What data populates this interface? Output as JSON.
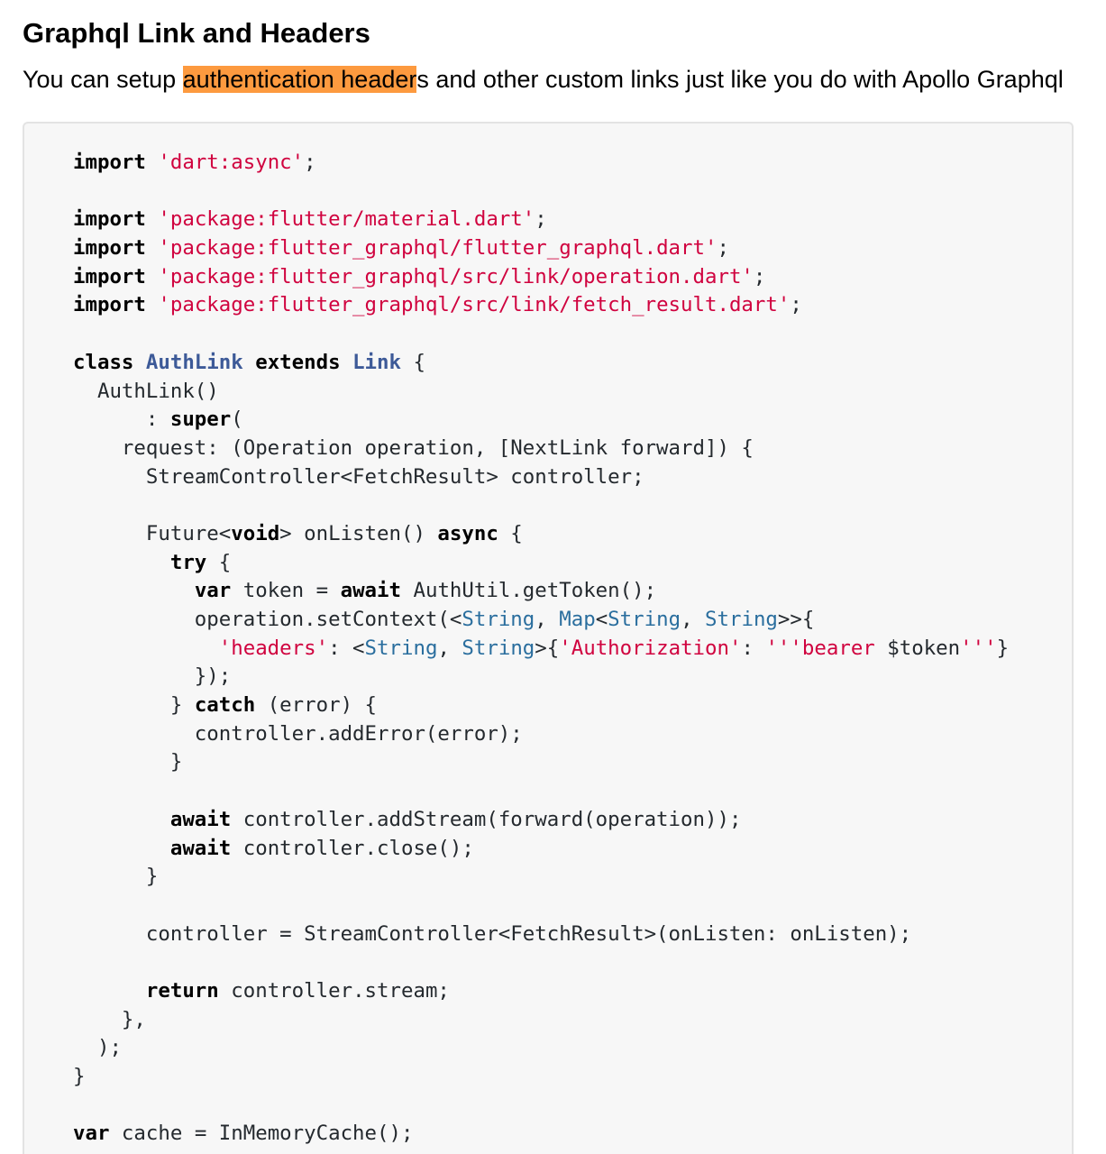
{
  "heading": "Graphql Link and Headers",
  "intro": {
    "before": "You can setup ",
    "highlight": "authentication header",
    "after": "s and other custom links just like you do with Apollo Graphql"
  },
  "colors": {
    "highlight": "#fd9a3f",
    "string": "#d0033f",
    "type": "#2a6e9e",
    "class_name": "#3d5a98",
    "code_background": "#f7f7f7"
  },
  "code_lines": [
    [
      {
        "t": "kw",
        "v": "import"
      },
      {
        "t": "p",
        "v": " "
      },
      {
        "t": "str",
        "v": "'dart:async'"
      },
      {
        "t": "p",
        "v": ";"
      }
    ],
    [],
    [
      {
        "t": "kw",
        "v": "import"
      },
      {
        "t": "p",
        "v": " "
      },
      {
        "t": "str",
        "v": "'package:flutter/material.dart'"
      },
      {
        "t": "p",
        "v": ";"
      }
    ],
    [
      {
        "t": "kw",
        "v": "import"
      },
      {
        "t": "p",
        "v": " "
      },
      {
        "t": "str",
        "v": "'package:flutter_graphql/flutter_graphql.dart'"
      },
      {
        "t": "p",
        "v": ";"
      }
    ],
    [
      {
        "t": "kw",
        "v": "import"
      },
      {
        "t": "p",
        "v": " "
      },
      {
        "t": "str",
        "v": "'package:flutter_graphql/src/link/operation.dart'"
      },
      {
        "t": "p",
        "v": ";"
      }
    ],
    [
      {
        "t": "kw",
        "v": "import"
      },
      {
        "t": "p",
        "v": " "
      },
      {
        "t": "str",
        "v": "'package:flutter_graphql/src/link/fetch_result.dart'"
      },
      {
        "t": "p",
        "v": ";"
      }
    ],
    [],
    [
      {
        "t": "kw",
        "v": "class"
      },
      {
        "t": "p",
        "v": " "
      },
      {
        "t": "cls",
        "v": "AuthLink"
      },
      {
        "t": "p",
        "v": " "
      },
      {
        "t": "kw",
        "v": "extends"
      },
      {
        "t": "p",
        "v": " "
      },
      {
        "t": "cls",
        "v": "Link"
      },
      {
        "t": "p",
        "v": " {"
      }
    ],
    [
      {
        "t": "p",
        "v": "  AuthLink()"
      }
    ],
    [
      {
        "t": "p",
        "v": "      : "
      },
      {
        "t": "kw",
        "v": "super"
      },
      {
        "t": "p",
        "v": "("
      }
    ],
    [
      {
        "t": "p",
        "v": "    request: (Operation operation, [NextLink forward]) {"
      }
    ],
    [
      {
        "t": "p",
        "v": "      StreamController<FetchResult> controller;"
      }
    ],
    [],
    [
      {
        "t": "p",
        "v": "      Future<"
      },
      {
        "t": "kw",
        "v": "void"
      },
      {
        "t": "p",
        "v": "> onListen() "
      },
      {
        "t": "kw",
        "v": "async"
      },
      {
        "t": "p",
        "v": " {"
      }
    ],
    [
      {
        "t": "p",
        "v": "        "
      },
      {
        "t": "kw",
        "v": "try"
      },
      {
        "t": "p",
        "v": " {"
      }
    ],
    [
      {
        "t": "p",
        "v": "          "
      },
      {
        "t": "kw",
        "v": "var"
      },
      {
        "t": "p",
        "v": " token = "
      },
      {
        "t": "kw",
        "v": "await"
      },
      {
        "t": "p",
        "v": " AuthUtil.getToken();"
      }
    ],
    [
      {
        "t": "p",
        "v": "          operation.setContext(<"
      },
      {
        "t": "ty",
        "v": "String"
      },
      {
        "t": "p",
        "v": ", "
      },
      {
        "t": "ty",
        "v": "Map"
      },
      {
        "t": "p",
        "v": "<"
      },
      {
        "t": "ty",
        "v": "String"
      },
      {
        "t": "p",
        "v": ", "
      },
      {
        "t": "ty",
        "v": "String"
      },
      {
        "t": "p",
        "v": ">>{"
      }
    ],
    [
      {
        "t": "p",
        "v": "            "
      },
      {
        "t": "str",
        "v": "'headers'"
      },
      {
        "t": "p",
        "v": ": <"
      },
      {
        "t": "ty",
        "v": "String"
      },
      {
        "t": "p",
        "v": ", "
      },
      {
        "t": "ty",
        "v": "String"
      },
      {
        "t": "p",
        "v": ">{"
      },
      {
        "t": "str",
        "v": "'Authorization'"
      },
      {
        "t": "p",
        "v": ": "
      },
      {
        "t": "str",
        "v": "'''bearer "
      },
      {
        "t": "p",
        "v": "$token"
      },
      {
        "t": "str",
        "v": "'''"
      },
      {
        "t": "p",
        "v": "}"
      }
    ],
    [
      {
        "t": "p",
        "v": "          });"
      }
    ],
    [
      {
        "t": "p",
        "v": "        } "
      },
      {
        "t": "kw",
        "v": "catch"
      },
      {
        "t": "p",
        "v": " (error) {"
      }
    ],
    [
      {
        "t": "p",
        "v": "          controller.addError(error);"
      }
    ],
    [
      {
        "t": "p",
        "v": "        }"
      }
    ],
    [],
    [
      {
        "t": "p",
        "v": "        "
      },
      {
        "t": "kw",
        "v": "await"
      },
      {
        "t": "p",
        "v": " controller.addStream(forward(operation));"
      }
    ],
    [
      {
        "t": "p",
        "v": "        "
      },
      {
        "t": "kw",
        "v": "await"
      },
      {
        "t": "p",
        "v": " controller.close();"
      }
    ],
    [
      {
        "t": "p",
        "v": "      }"
      }
    ],
    [],
    [
      {
        "t": "p",
        "v": "      controller = StreamController<FetchResult>(onListen: onListen);"
      }
    ],
    [],
    [
      {
        "t": "p",
        "v": "      "
      },
      {
        "t": "kw",
        "v": "return"
      },
      {
        "t": "p",
        "v": " controller.stream;"
      }
    ],
    [
      {
        "t": "p",
        "v": "    },"
      }
    ],
    [
      {
        "t": "p",
        "v": "  );"
      }
    ],
    [
      {
        "t": "p",
        "v": "}"
      }
    ],
    [],
    [
      {
        "t": "kw",
        "v": "var"
      },
      {
        "t": "p",
        "v": " cache = InMemoryCache();"
      }
    ]
  ]
}
